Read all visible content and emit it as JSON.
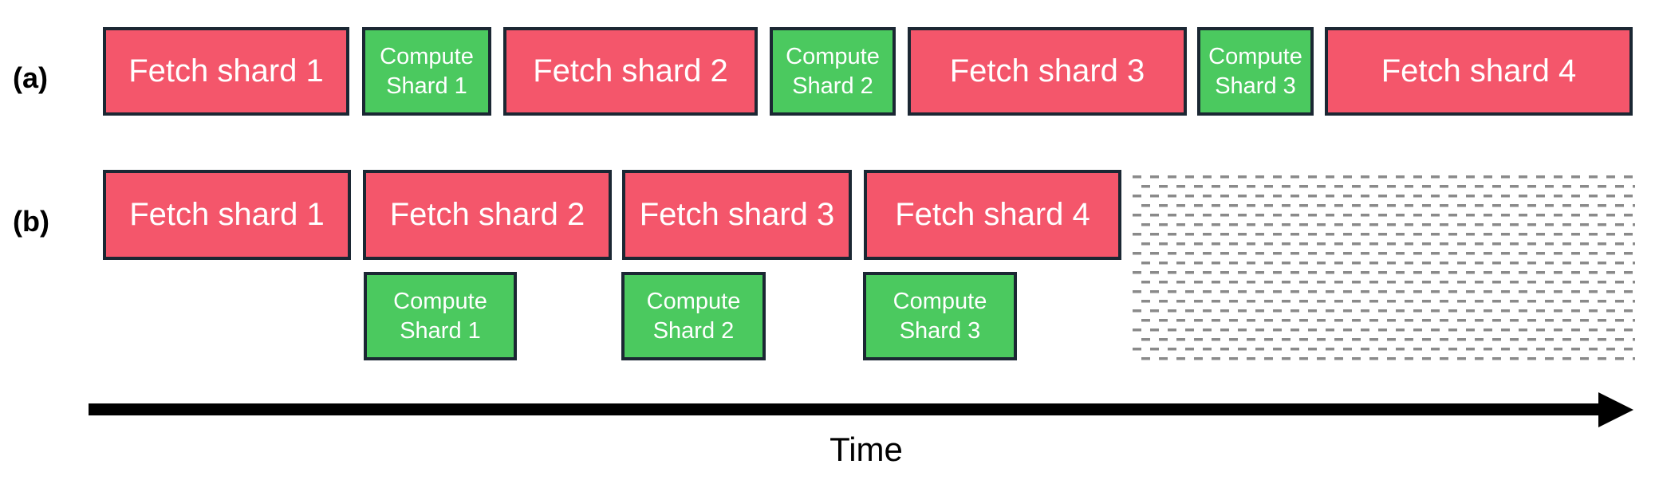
{
  "figure": {
    "row_a": {
      "label": "(a)",
      "blocks": [
        {
          "type": "fetch",
          "line1": "Fetch shard 1"
        },
        {
          "type": "compute",
          "line1": "Compute",
          "line2": "Shard 1"
        },
        {
          "type": "fetch",
          "line1": "Fetch shard 2"
        },
        {
          "type": "compute",
          "line1": "Compute",
          "line2": "Shard 2"
        },
        {
          "type": "fetch",
          "line1": "Fetch shard 3"
        },
        {
          "type": "compute",
          "line1": "Compute",
          "line2": "Shard 3"
        },
        {
          "type": "fetch",
          "line1": "Fetch shard 4"
        }
      ]
    },
    "row_b": {
      "label": "(b)",
      "fetch_blocks": [
        {
          "line1": "Fetch shard 1"
        },
        {
          "line1": "Fetch shard 2"
        },
        {
          "line1": "Fetch shard 3"
        },
        {
          "line1": "Fetch shard 4"
        }
      ],
      "compute_blocks": [
        {
          "line1": "Compute",
          "line2": "Shard 1"
        },
        {
          "line1": "Compute",
          "line2": "Shard 2"
        },
        {
          "line1": "Compute",
          "line2": "Shard 3"
        }
      ]
    },
    "axis": {
      "label": "Time"
    },
    "colors": {
      "fetch_fill": "#F4566B",
      "compute_fill": "#4BC95F",
      "box_border": "#1B2733",
      "hatch_dash": "#8A8A8A",
      "arrow": "#000000",
      "text_on_box": "#FFFFFF",
      "text_dark": "#000000"
    }
  }
}
